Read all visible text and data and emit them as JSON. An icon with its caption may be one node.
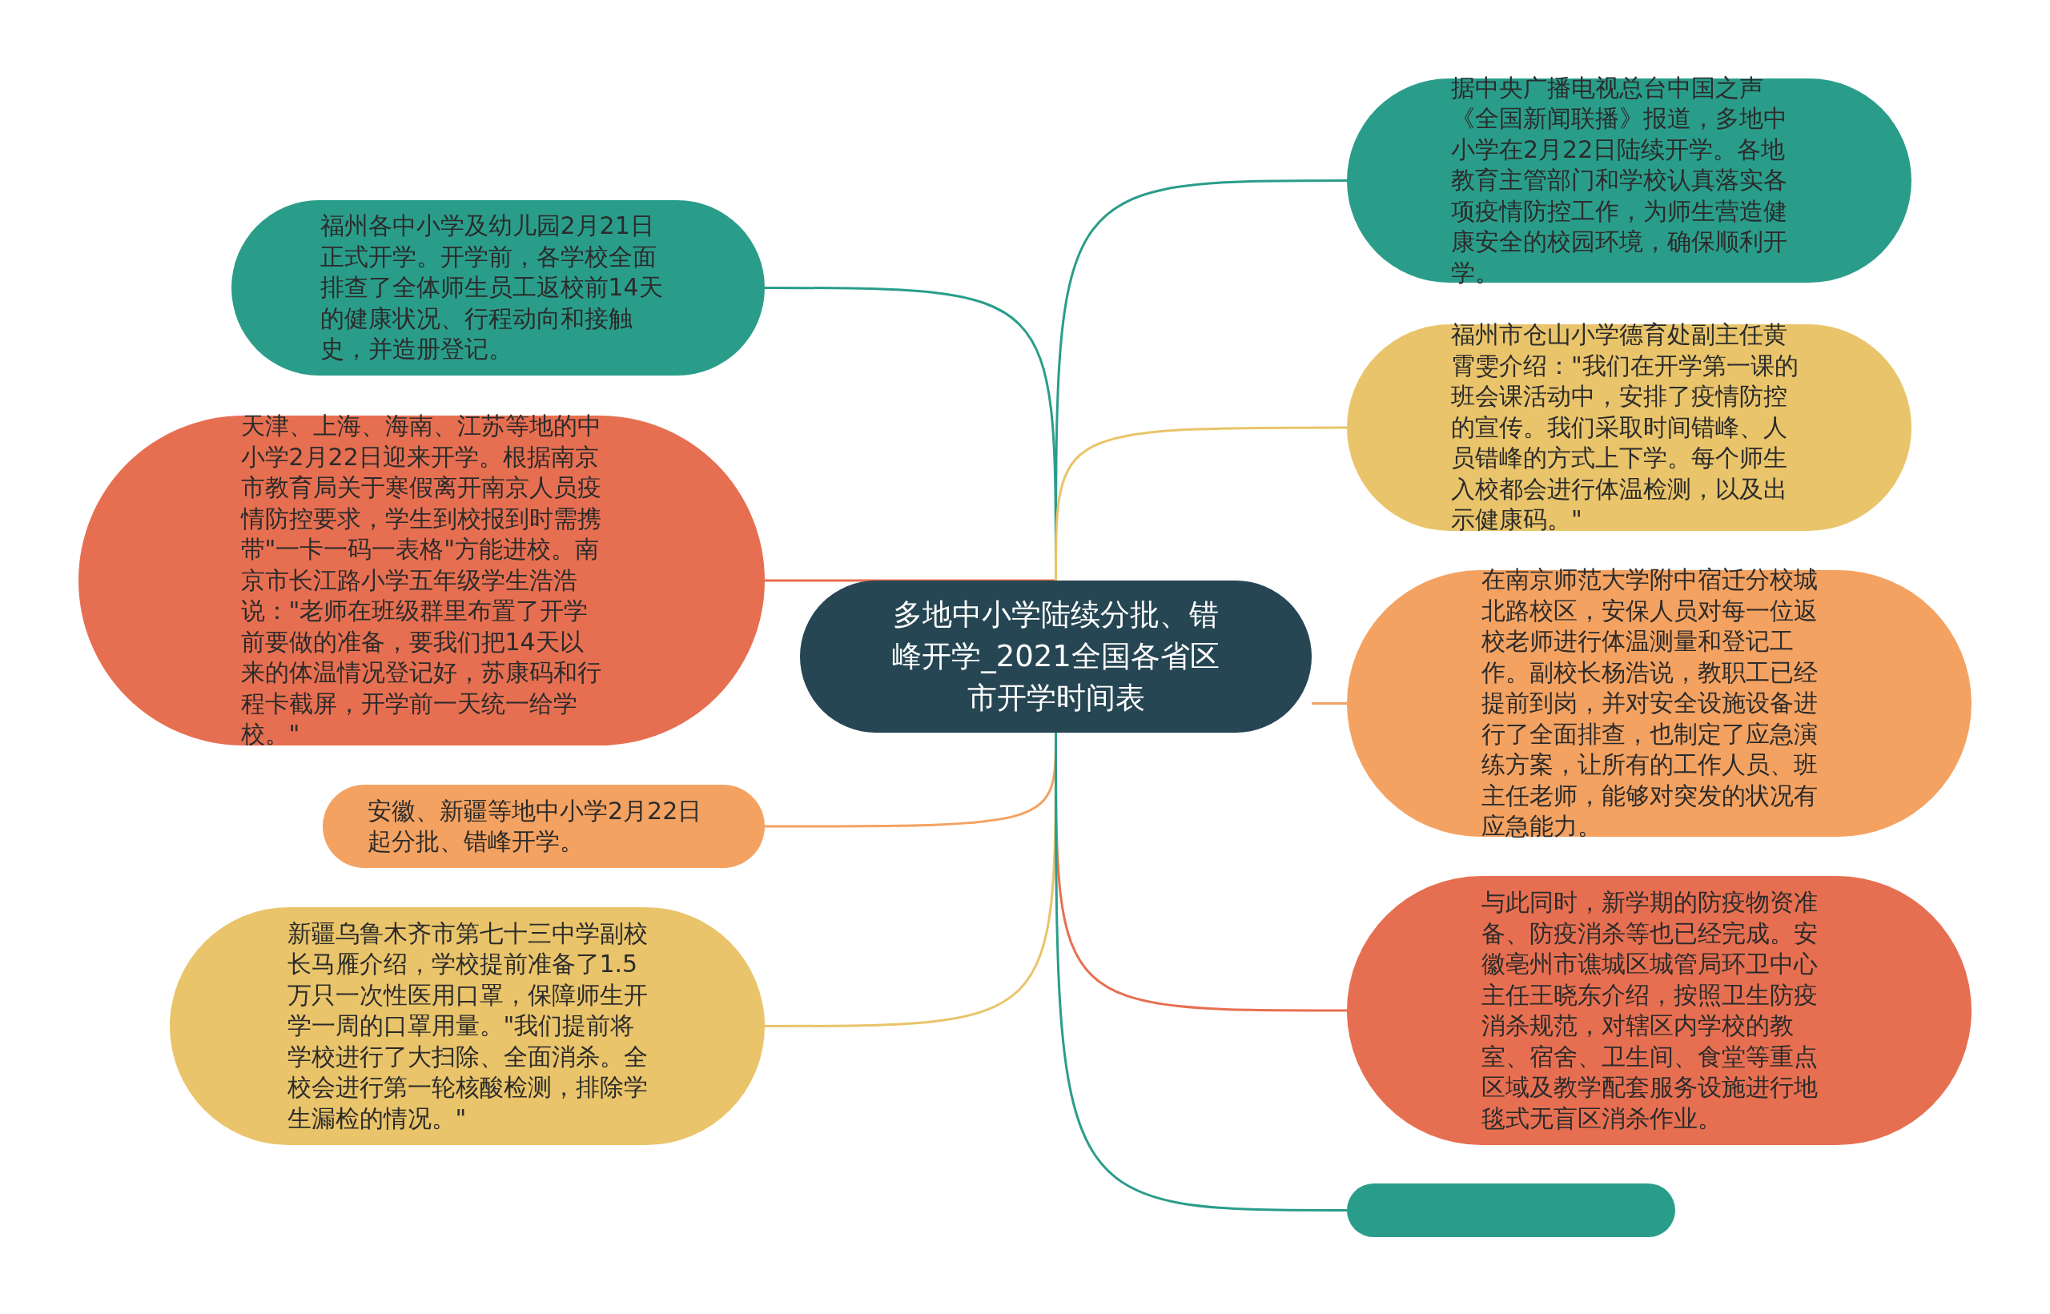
{
  "diagram": {
    "nodes": [
      {
        "text": [
          "多地中小学陆续分批、错峰开学_2021全国各省区市开学时间表"
        ]
      },
      {
        "text": [
          "福州各中小学及幼儿园2月21日正式开学。开学前，各学校全面排查了全体师生员工返校前14天的健康状况、行程动向和接触史，并造册登记。"
        ]
      },
      {
        "text": [
          "天津、上海、海南、江苏等地的中小学2月22日迎来开学。根据南京市教育局关于寒假离开南京人员疫情防控要求，学生到校报到时需携带\"一卡一码一表格\"方能进校。南京市长江路小学五年级学生浩浩说：\"老师在班级群里布置了开学前要做的准备，要我们把14天以来的体温情况登记好，苏康码和行程卡截屏，开学前一天统一给学校。\""
        ]
      },
      {
        "text": [
          "安徽、新疆等地中小学2月22日起分批、错峰开学。"
        ]
      },
      {
        "text": [
          "新疆乌鲁木齐市第七十三中学副校长马雁介绍，学校提前准备了1.5万只一次性医用口罩，保障师生开学一周的口罩用量。\"我们提前将学校进行了大扫除、全面消杀。全校会进行第一轮核酸检测，排除学生漏检的情况。\""
        ]
      },
      {
        "text": [
          "据中央广播电视总台中国之声《全国新闻联播》报道，多地中小学在2月22日陆续开学。各地教育主管部门和学校认真落实各项疫情防控工作，为师生营造健康安全的校园环境，确保顺利开学。"
        ]
      },
      {
        "text": [
          "福州市仓山小学德育处副主任黄霄雯介绍：\"我们在开学第一课的班会课活动中，安排了疫情防控的宣传。我们采取时间错峰、人员错峰的方式上下学。每个师生入校都会进行体温检测，以及出示健康码。\""
        ]
      },
      {
        "text": [
          "在南京师范大学附中宿迁分校城北路校区，安保人员对每一位返校老师进行体温测量和登记工作。副校长杨浩说，教职工已经提前到岗，并对安全设施设备进行了全面排查，也制定了应急演练方案，让所有的工作人员、班主任老师，能够对突发的状况有应急能力。"
        ]
      },
      {
        "text": [
          "与此同时，新学期的防疫物资准备、防疫消杀等也已经完成。安徽亳州市谯城区城管局环卫中心主任王晓东介绍，按照卫生防疫消杀规范，对辖区内学校的教室、宿舍、卫生间、食堂等重点区域及教学配套服务设施进行地毯式无盲区消杀作业。"
        ]
      },
      {
        "text": [],
        "shape": "box"
      }
    ],
    "edges": [
      {
        "from": 0,
        "to": 1,
        "arrow": "none",
        "color": "#2a9d8a"
      },
      {
        "from": 0,
        "to": 2,
        "arrow": "none",
        "color": "#e76f51"
      },
      {
        "from": 0,
        "to": 3,
        "arrow": "none",
        "color": "#f4a261"
      },
      {
        "from": 0,
        "to": 4,
        "arrow": "none",
        "color": "#e9c46a"
      },
      {
        "from": 0,
        "to": 5,
        "arrow": "none",
        "color": "#2a9d8a"
      },
      {
        "from": 0,
        "to": 6,
        "arrow": "none",
        "color": "#e9c46a"
      },
      {
        "from": 0,
        "to": 7,
        "arrow": "none",
        "color": "#f4a261"
      },
      {
        "from": 0,
        "to": 8,
        "arrow": "none",
        "color": "#e76f51"
      },
      {
        "from": 0,
        "to": 9,
        "arrow": "none",
        "color": "#2a9d8a"
      }
    ]
  }
}
